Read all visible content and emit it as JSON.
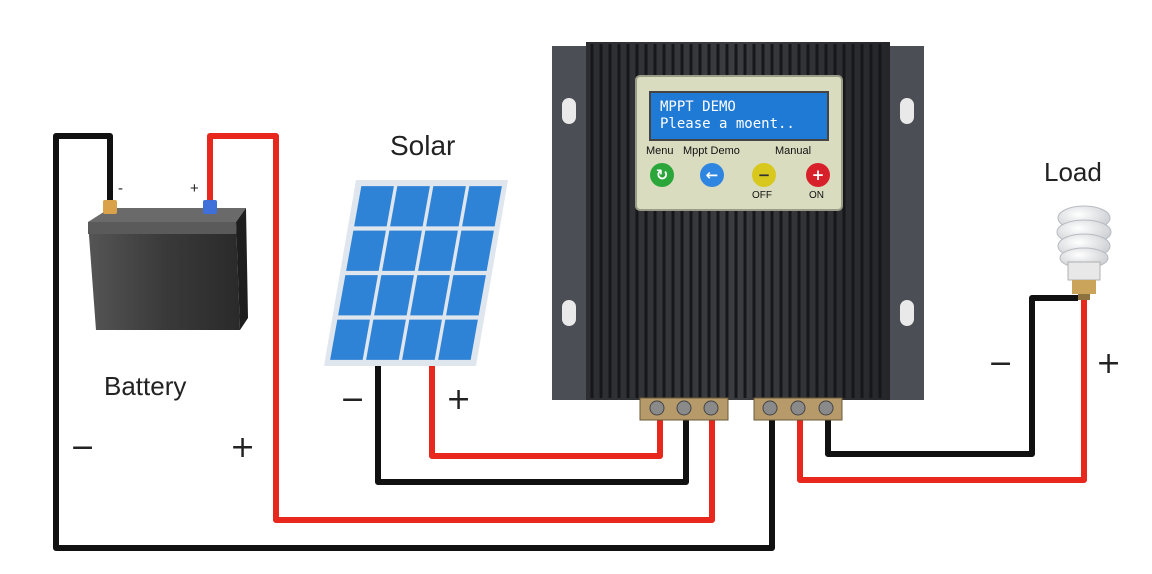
{
  "labels": {
    "solar": "Solar",
    "battery": "Battery",
    "load": "Load"
  },
  "controller": {
    "lcd_line1": "MPPT DEMO",
    "lcd_line2": "Please a moent..",
    "buttons": {
      "menu": "Menu",
      "mppt_demo": "Mppt Demo",
      "manual": "Manual",
      "off": "OFF",
      "on": "ON"
    }
  },
  "terminals": {
    "battery_neg": "-",
    "battery_pos": "+",
    "battery_minus_below": "−",
    "battery_plus_below": "+",
    "solar_minus": "−",
    "solar_plus": "+",
    "load_minus": "−",
    "load_plus": "+"
  },
  "colors": {
    "positive_wire": "#e8281c",
    "negative_wire": "#111111",
    "lcd_background": "#1f7ad6",
    "solar_cell": "#2f83d6",
    "menu_button": "#2aa63a",
    "mppt_button": "#2f86e0",
    "off_button": "#d8c81e",
    "on_button": "#d8202a"
  }
}
